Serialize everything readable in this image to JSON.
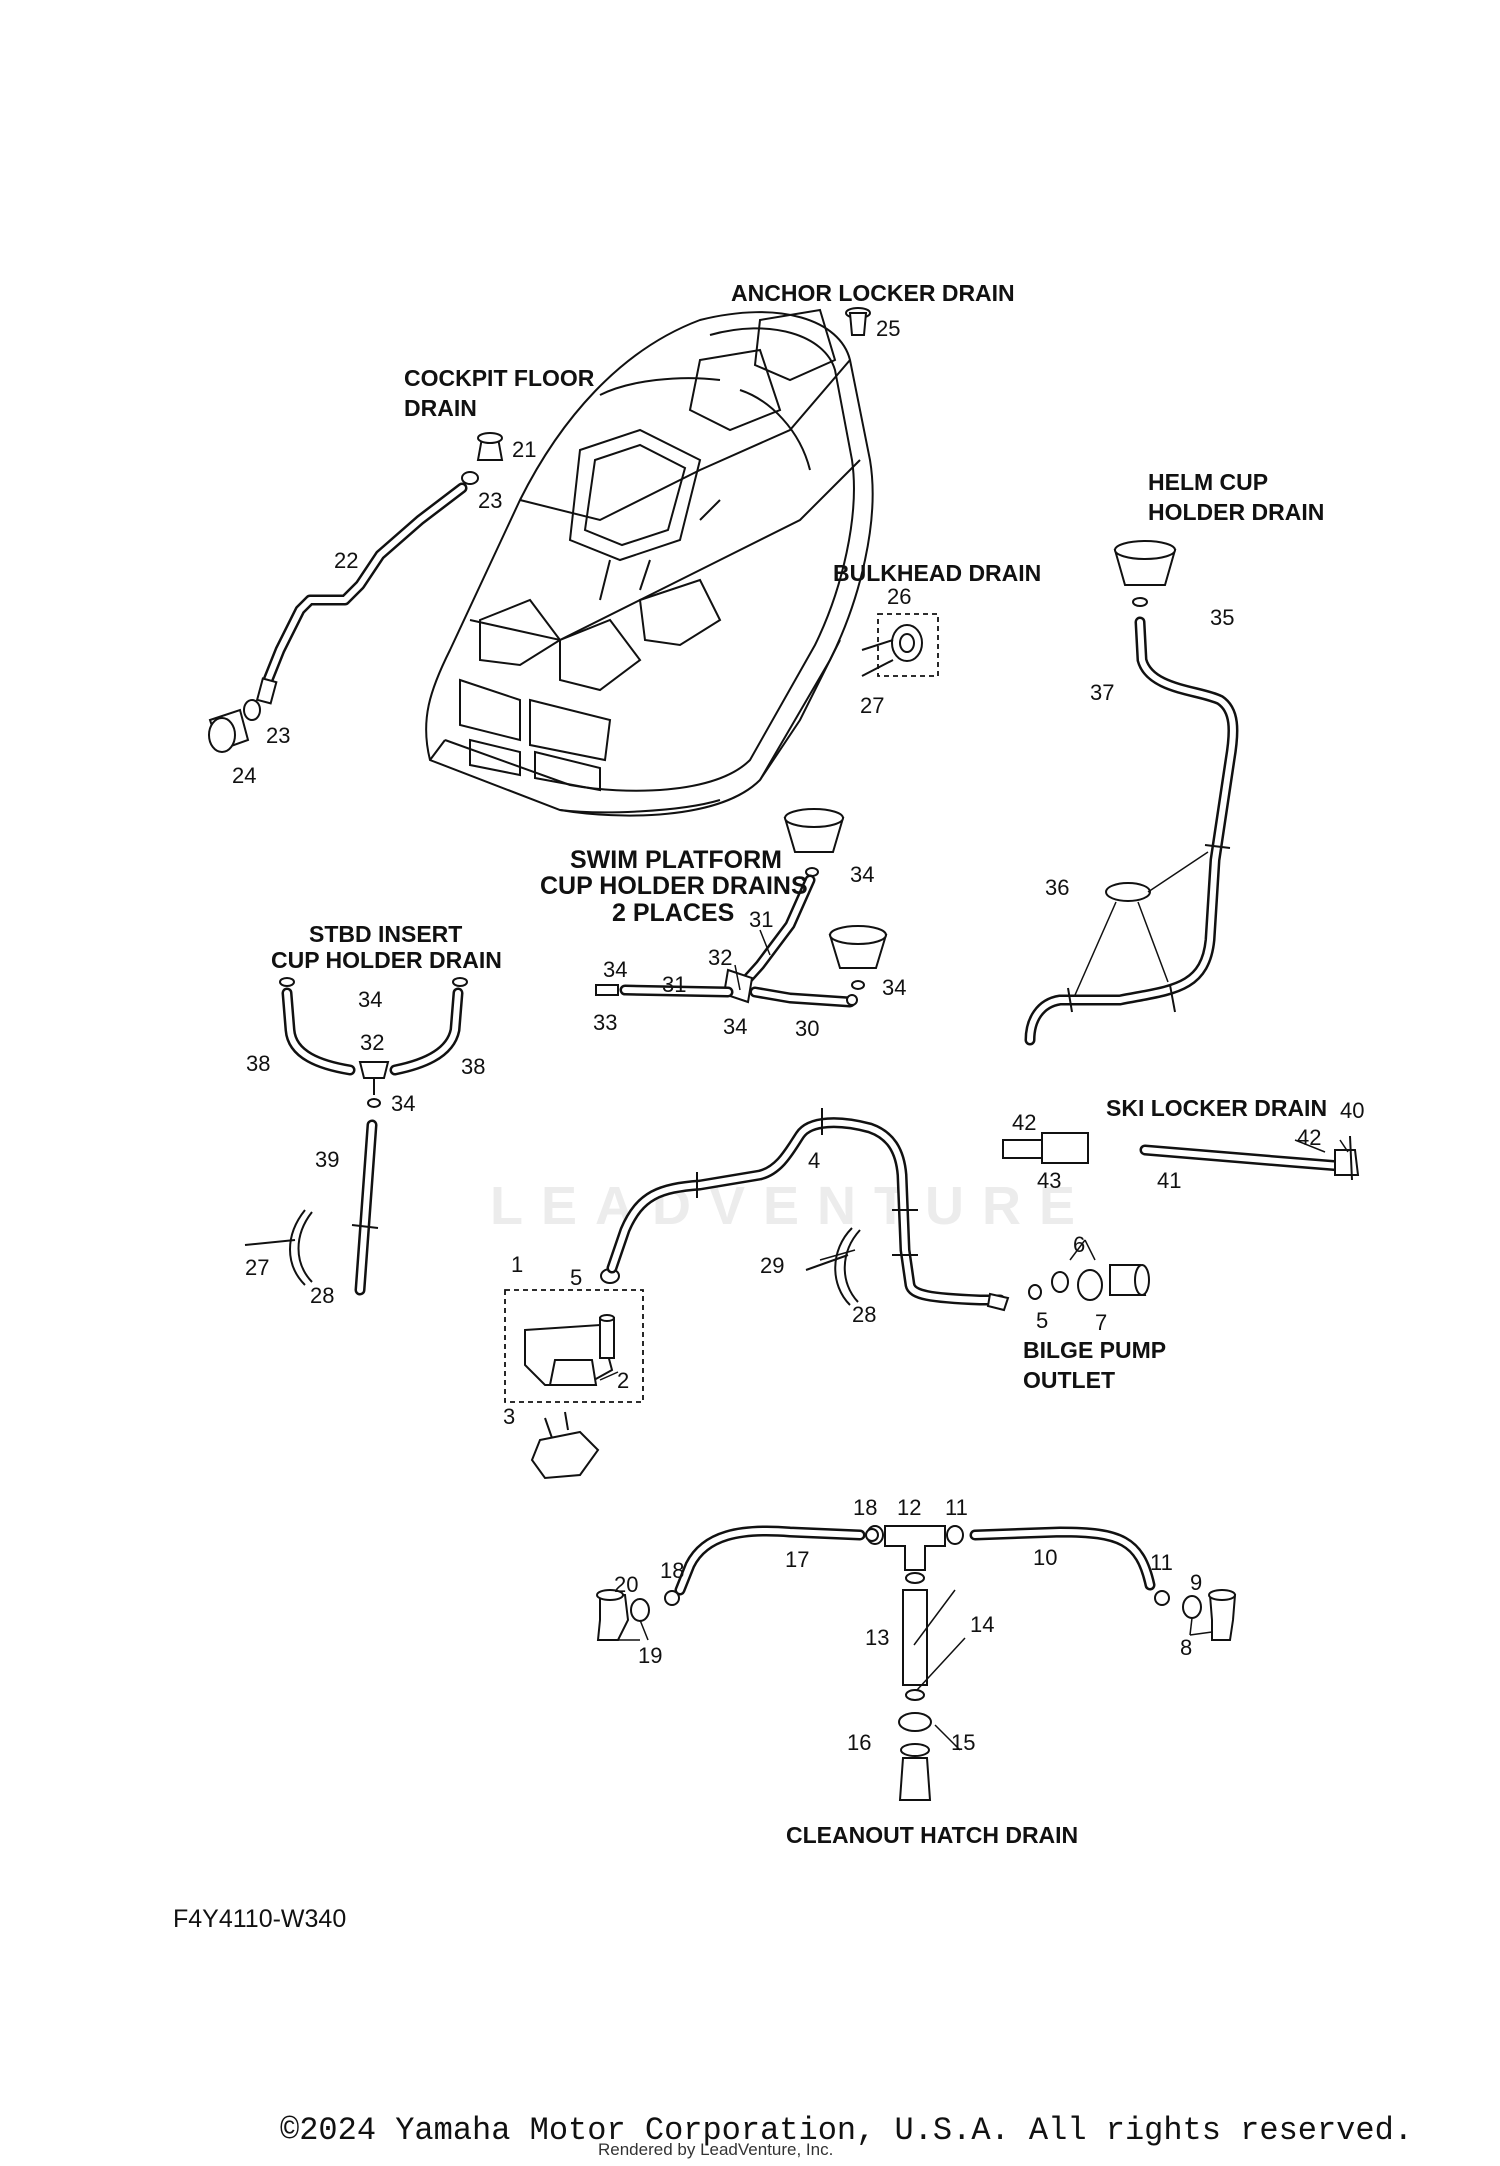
{
  "sections": {
    "anchor_locker_drain": "ANCHOR LOCKER DRAIN",
    "cockpit_floor_drain": [
      "COCKPIT FLOOR",
      "DRAIN"
    ],
    "helm_cup_holder_drain": [
      "HELM CUP",
      "HOLDER DRAIN"
    ],
    "bulkhead_drain": "BULKHEAD DRAIN",
    "swim_platform_cup_holder_drains": [
      "SWIM PLATFORM",
      "CUP HOLDER DRAINS",
      "2 PLACES"
    ],
    "stbd_insert_cup_holder_drain": [
      "STBD INSERT",
      "CUP HOLDER DRAIN"
    ],
    "ski_locker_drain": "SKI LOCKER DRAIN",
    "bilge_pump_outlet": [
      "BILGE PUMP",
      "OUTLET"
    ],
    "cleanout_hatch_drain": "CLEANOUT HATCH DRAIN"
  },
  "callouts": {
    "n1": "1",
    "n2": "2",
    "n3": "3",
    "n4": "4",
    "n5a": "5",
    "n5b": "5",
    "n6": "6",
    "n7": "7",
    "n8": "8",
    "n9": "9",
    "n10": "10",
    "n11a": "11",
    "n11b": "11",
    "n12": "12",
    "n13": "13",
    "n14": "14",
    "n15": "15",
    "n16": "16",
    "n17": "17",
    "n18a": "18",
    "n18b": "18",
    "n19": "19",
    "n20": "20",
    "n21": "21",
    "n22": "22",
    "n23a": "23",
    "n23b": "23",
    "n24": "24",
    "n25": "25",
    "n26": "26",
    "n27a": "27",
    "n27b": "27",
    "n28a": "28",
    "n28b": "28",
    "n29": "29",
    "n30": "30",
    "n31a": "31",
    "n31b": "31",
    "n32a": "32",
    "n32b": "32",
    "n33": "33",
    "n34a": "34",
    "n34b": "34",
    "n34c": "34",
    "n34d": "34",
    "n34e": "34",
    "n34f": "34",
    "n35": "35",
    "n36": "36",
    "n37": "37",
    "n38a": "38",
    "n38b": "38",
    "n39": "39",
    "n40": "40",
    "n41": "41",
    "n42a": "42",
    "n42b": "42",
    "n43": "43"
  },
  "diagram_code": "F4Y4110-W340",
  "copyright": "©2024 Yamaha Motor Corporation, U.S.A. All rights reserved.",
  "rendered_by": "Rendered by LeadVenture, Inc.",
  "watermark": "LEADVENTURE"
}
